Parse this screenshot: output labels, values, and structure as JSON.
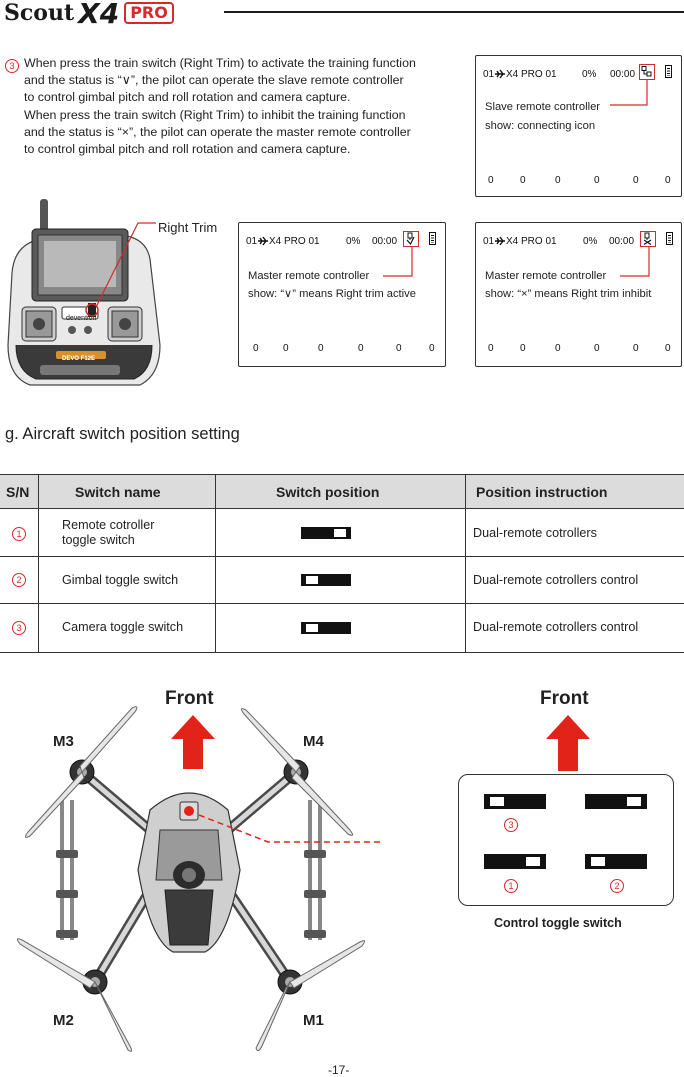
{
  "header": {
    "logo_word": "Scout",
    "logo_model": "X4",
    "logo_badge": "PRO"
  },
  "step3": {
    "number": "3",
    "lines": [
      "When press the train switch (Right Trim) to activate the training function",
      "and the status is “∨”, the pilot can operate the slave remote controller",
      "to control gimbal pitch and roll rotation and camera capture.",
      "When press the train switch (Right Trim) to inhibit the training function",
      "and the status is “×”, the pilot can operate the master remote controller",
      "to control gimbal pitch and roll rotation and camera capture."
    ]
  },
  "lcd_common": {
    "model_id": "01",
    "model_name": "X4 PRO 01",
    "percent": "0%",
    "time": "00:00",
    "zeros": [
      "0",
      "0",
      "0",
      "0",
      "0",
      "0"
    ]
  },
  "lcd_slave": {
    "caption_1": "Slave remote controller",
    "caption_2": "show: connecting icon"
  },
  "lcd_active": {
    "caption_1": "Master remote controller",
    "caption_2": "show: “∨” means Right trim active"
  },
  "lcd_inhibit": {
    "caption_1": "Master remote controller",
    "caption_2": "show: “×” means Right trim inhibit"
  },
  "controller": {
    "label": "Right Trim",
    "screen_brand": "devention",
    "badge_text": "DEVO F12E"
  },
  "section_g": {
    "title": "g. Aircraft switch position setting"
  },
  "table": {
    "headers": [
      "S/N",
      "Switch name",
      "Switch position",
      "Position instruction"
    ],
    "rows": [
      {
        "sn": "1",
        "name": "Remote cotroller toggle switch",
        "position": "right",
        "instruction": "Dual-remote cotrollers"
      },
      {
        "sn": "2",
        "name": "Gimbal toggle switch",
        "position": "left",
        "instruction": "Dual-remote cotrollers control"
      },
      {
        "sn": "3",
        "name": "Camera toggle switch",
        "position": "left",
        "instruction": "Dual-remote cotrollers control"
      }
    ]
  },
  "drone": {
    "front_label": "Front",
    "motors": {
      "m1": "M1",
      "m2": "M2",
      "m3": "M3",
      "m4": "M4"
    }
  },
  "panel": {
    "front_label": "Front",
    "caption": "Control toggle switch",
    "labels": {
      "one": "1",
      "two": "2",
      "three": "3"
    }
  },
  "colors": {
    "accent_red": "#d42a2a",
    "header_bg": "#dcdcdc",
    "switch_black": "#111111"
  },
  "page_number": "-17-"
}
